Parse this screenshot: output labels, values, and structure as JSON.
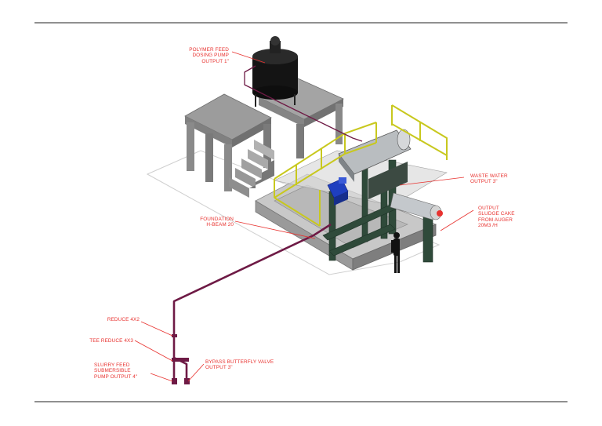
{
  "colors": {
    "annotation": "#e8322f",
    "pipe": "#6e1a45",
    "structure_concrete": "#8c8c8c",
    "handrail": "#c8c81e",
    "frame": "#2f4a3a",
    "pump_motor": "#1f3fbf",
    "tank": "#1a1a1a"
  },
  "icons": [
    "person-figure-icon",
    "polymer-tank-icon",
    "pump-motor-icon"
  ],
  "labels": {
    "polymer": [
      "POLYMER FEED",
      "DOSING PUMP",
      "OUTPUT 1\""
    ],
    "waste_water": [
      "WASTE WATER",
      "OUTPUT 3\""
    ],
    "sludge": [
      "OUTPUT",
      "SLUDGE CAKE",
      "FROM AUGER",
      "20M3 /H"
    ],
    "foundation": [
      "FOUNDATION",
      "H-BEAM 20"
    ],
    "reduce": [
      "REDUCE 4X2"
    ],
    "tee": [
      "TEE REDUCE 4X3"
    ],
    "slurry": [
      "SLURRY FEED",
      "SUBMERSIBLE",
      "PUMP OUTPUT 4\""
    ],
    "bypass": [
      "BYPASS BUTTERFLY VALVE",
      "OUTPUT 3\""
    ]
  }
}
